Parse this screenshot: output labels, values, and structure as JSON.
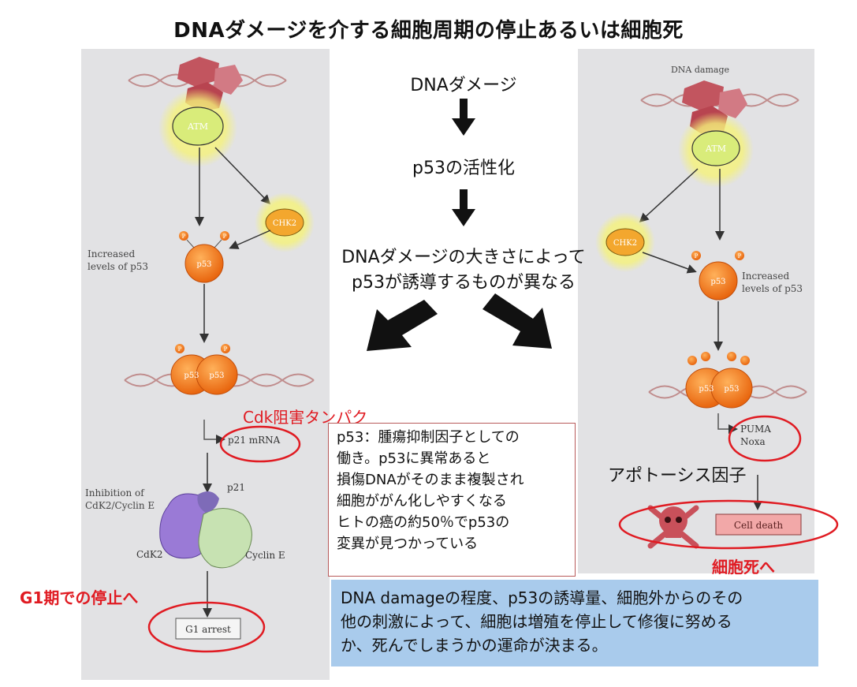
{
  "title": "DNAダメージを介する細胞周期の停止あるいは細胞死",
  "flow": {
    "step1": "DNAダメージ",
    "step2": "p53の活性化",
    "step3_line1": "DNAダメージの大きさによって",
    "step3_line2": "p53が誘導するものが異なる"
  },
  "left_panel": {
    "atm": "ATM",
    "chk2": "CHK2",
    "increased_line1": "Increased",
    "increased_line2": "levels of p53",
    "p53": "p53",
    "p21_mrna": "p21 mRNA",
    "p21": "p21",
    "inhibition_line1": "Inhibition of",
    "inhibition_line2": "CdK2/Cyclin E",
    "cdk2": "CdK2",
    "cyclin_e": "Cyclin E",
    "g1_arrest": "G1 arrest"
  },
  "right_panel": {
    "dna_damage": "DNA damage",
    "atm": "ATM",
    "chk2": "CHK2",
    "increased_line1": "Increased",
    "increased_line2": "levels of p53",
    "p53": "p53",
    "puma": "PUMA",
    "noxa": "Noxa",
    "cell_death": "Cell death"
  },
  "annotations": {
    "cdk_inhibitor": "Cdk阻害タンパク",
    "g1_stop": "G1期での停止へ",
    "apoptosis_factor": "アポトーシス因子",
    "to_cell_death": "細胞死へ"
  },
  "info_box": {
    "line1": "p53：腫瘍抑制因子としての",
    "line2": "働き。p53に異常あると",
    "line3": "損傷DNAがそのまま複製され",
    "line4": "細胞ががん化しやすくなる",
    "line5": "ヒトの癌の約50％でp53の",
    "line6": "変異が見つかっている"
  },
  "summary_box": {
    "line1": "DNA damageの程度、p53の誘導量、細胞外からのその",
    "line2": "他の刺激によって、細胞は増殖を停止して修復に努める",
    "line3": "か、死んでしまうかの運命が決まる。"
  },
  "colors": {
    "highlight_red": "#e01b22",
    "summary_blue": "#a9cbec",
    "panel_gray": "#e2e2e4",
    "p53_orange": "#f07a1e",
    "glow_yellow": "#f5f27a"
  }
}
